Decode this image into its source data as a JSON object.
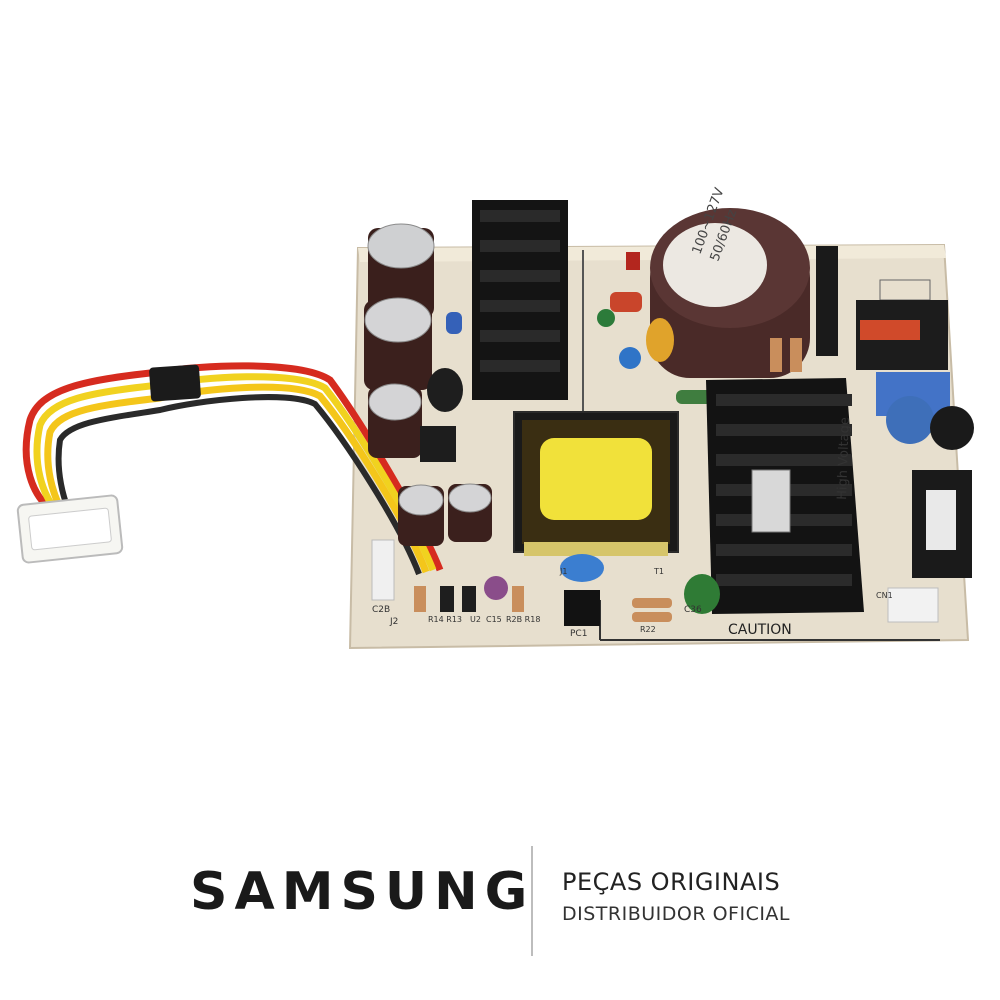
{
  "image": {
    "subject": "Samsung power supply circuit board with wire harness"
  },
  "board_labels": {
    "capacitor_rating_line1": "100~127V",
    "capacitor_rating_line2": "50/60Hz",
    "high_voltage": "High Voltage",
    "caution": "CAUTION",
    "pc1": "PC1",
    "c36": "C36",
    "j2": "J2",
    "c2b": "C2B",
    "r14": "R14 R13",
    "u2": "U2",
    "c15": "C15",
    "r2b": "R2B R18",
    "r22": "R22",
    "t1": "T1",
    "j1": "J1",
    "cn1": "CN1"
  },
  "footer": {
    "brand": "SAMSUNG",
    "title": "PEÇAS ORIGINAIS",
    "subtitle": "DISTRIBUIDOR OFICIAL"
  }
}
